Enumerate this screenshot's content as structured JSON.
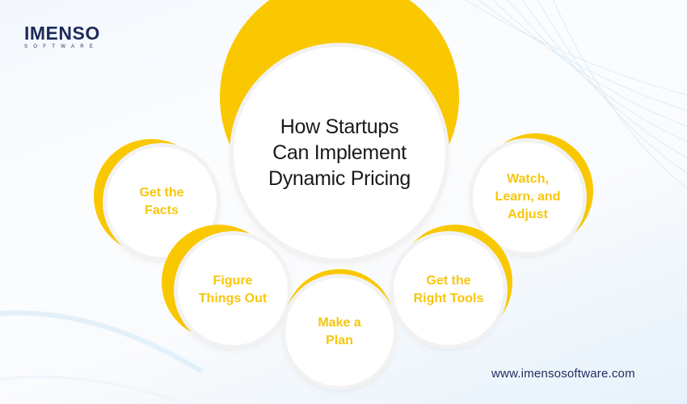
{
  "logo": {
    "main": "IMENSO",
    "sub": "SOFTWARE"
  },
  "center": {
    "title_lines": [
      "How Startups",
      "Can Implement",
      "Dynamic Pricing"
    ]
  },
  "steps": [
    {
      "label_lines": [
        "Get the",
        "Facts"
      ]
    },
    {
      "label_lines": [
        "Figure",
        "Things Out"
      ]
    },
    {
      "label_lines": [
        "Make a",
        "Plan"
      ]
    },
    {
      "label_lines": [
        "Get the",
        "Right Tools"
      ]
    },
    {
      "label_lines": [
        "Watch,",
        "Learn, and",
        "Adjust"
      ]
    }
  ],
  "footer": {
    "url": "www.imensosoftware.com"
  },
  "colors": {
    "accent_yellow": "#fac800",
    "label_yellow": "#f7c60c",
    "brand_navy": "#1e2a5a",
    "title_text": "#1a1a1a"
  }
}
